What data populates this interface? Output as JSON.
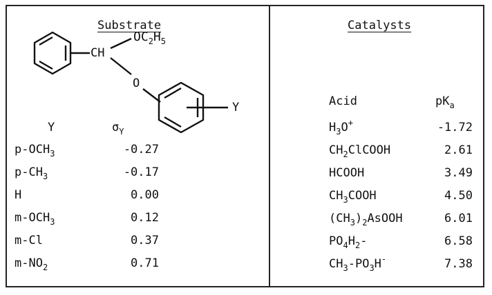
{
  "substrate": {
    "heading": "Substrate",
    "structure": {
      "ch_label": "CH",
      "ethoxy": {
        "o": "OC",
        "c_sub": "2",
        "h": "H",
        "h_sub": "5"
      },
      "o_label": "O",
      "y_label": "Y"
    },
    "col_y": "Y",
    "col_sigma": {
      "sym": "σ",
      "sub": "Y"
    },
    "rows": [
      {
        "y": "p-OCH",
        "y_sub": "3",
        "sigma": "-0.27"
      },
      {
        "y": "p-CH",
        "y_sub": "3",
        "sigma": "-0.17"
      },
      {
        "y": "H",
        "y_sub": "",
        "sigma": "0.00"
      },
      {
        "y": "m-OCH",
        "y_sub": "3",
        "sigma": "0.12"
      },
      {
        "y": "m-Cl",
        "y_sub": "",
        "sigma": "0.37"
      },
      {
        "y": "m-NO",
        "y_sub": "2",
        "sigma": "0.71"
      }
    ]
  },
  "catalysts": {
    "heading": "Catalysts",
    "col_acid": "Acid",
    "col_pk": {
      "p": "pK",
      "sub": "a"
    },
    "rows": [
      {
        "parts": [
          [
            "H",
            ""
          ],
          [
            "3",
            "sub"
          ],
          [
            "O",
            ""
          ],
          [
            "+",
            "sup"
          ]
        ],
        "pka": "-1.72"
      },
      {
        "parts": [
          [
            "CH",
            ""
          ],
          [
            "2",
            "sub"
          ],
          [
            "ClCOOH",
            ""
          ]
        ],
        "pka": "2.61"
      },
      {
        "parts": [
          [
            "HCOOH",
            ""
          ]
        ],
        "pka": "3.49"
      },
      {
        "parts": [
          [
            "CH",
            ""
          ],
          [
            "3",
            "sub"
          ],
          [
            "COOH",
            ""
          ]
        ],
        "pka": "4.50"
      },
      {
        "parts": [
          [
            "(CH",
            ""
          ],
          [
            "3",
            "sub"
          ],
          [
            ")",
            ""
          ],
          [
            "2",
            "sub"
          ],
          [
            "AsOOH",
            ""
          ]
        ],
        "pka": "6.01"
      },
      {
        "parts": [
          [
            "PO",
            ""
          ],
          [
            "4",
            "sub"
          ],
          [
            "H",
            ""
          ],
          [
            "2",
            "sub"
          ],
          [
            "-",
            ""
          ]
        ],
        "pka": "6.58"
      },
      {
        "parts": [
          [
            "CH",
            ""
          ],
          [
            "3",
            "sub"
          ],
          [
            "-PO",
            ""
          ],
          [
            "3",
            "sub"
          ],
          [
            "H",
            ""
          ],
          [
            "-",
            "sup"
          ]
        ],
        "pka": "7.38"
      }
    ]
  }
}
